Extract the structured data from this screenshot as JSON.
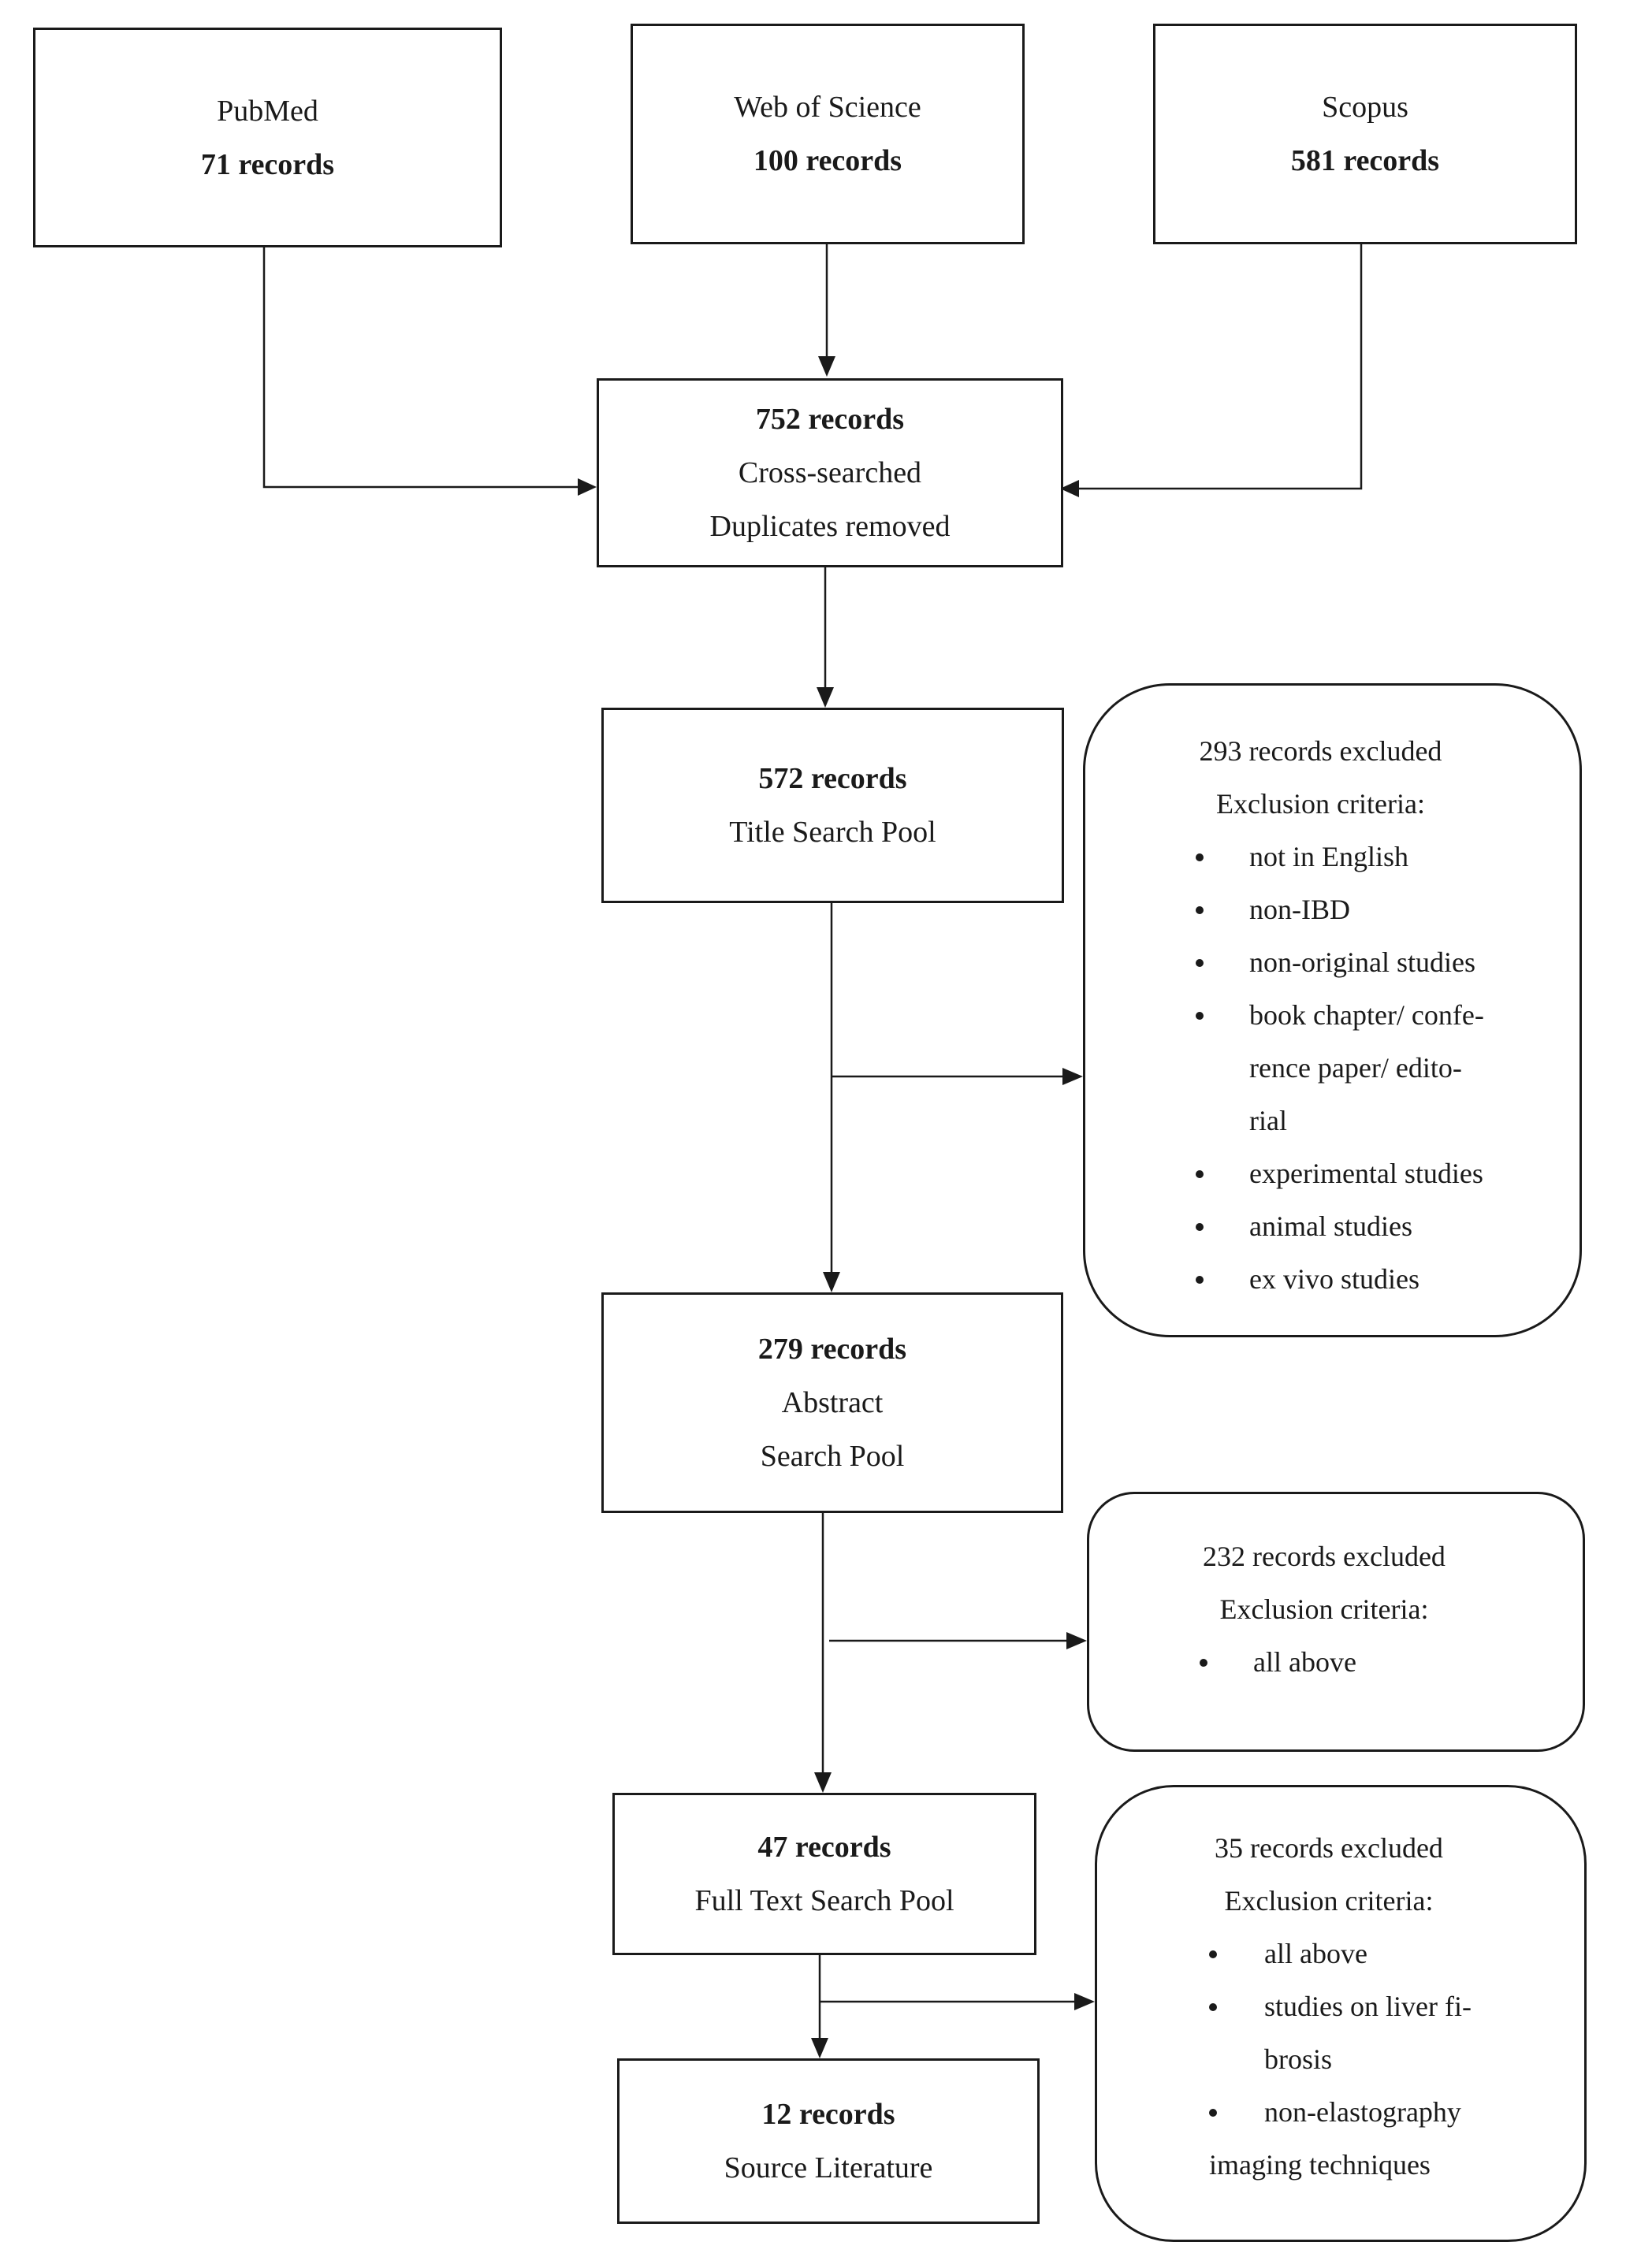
{
  "sources": [
    {
      "name": "PubMed",
      "count": "71 records"
    },
    {
      "name": "Web of Science",
      "count": "100 records"
    },
    {
      "name": "Scopus",
      "count": "581 records"
    }
  ],
  "merged": {
    "count": "752 records",
    "line1": "Cross-searched",
    "line2": "Duplicates removed"
  },
  "title_pool": {
    "count": "572 records",
    "label": "Title Search Pool"
  },
  "abstract_pool": {
    "count": "279 records",
    "line1": "Abstract",
    "line2": "Search Pool"
  },
  "fulltext_pool": {
    "count": "47 records",
    "label": "Full Text Search Pool"
  },
  "source_lit": {
    "count": "12 records",
    "label": "Source Literature"
  },
  "exclusions": [
    {
      "count": "293 records excluded",
      "criteria_label": "Exclusion criteria:",
      "items": [
        "not in English",
        "non-IBD",
        "non-original studies",
        "book chapter/ confe-",
        "rence paper/ edito-",
        "rial",
        "experimental studies",
        "animal studies",
        "ex vivo studies"
      ]
    },
    {
      "count": "232 records excluded",
      "criteria_label": "Exclusion criteria:",
      "items": [
        "all above"
      ]
    },
    {
      "count": "35 records excluded",
      "criteria_label": "Exclusion criteria:",
      "items": [
        "all above",
        "studies on liver fi-",
        "brosis",
        "non-elastography",
        "imaging techniques"
      ]
    }
  ]
}
